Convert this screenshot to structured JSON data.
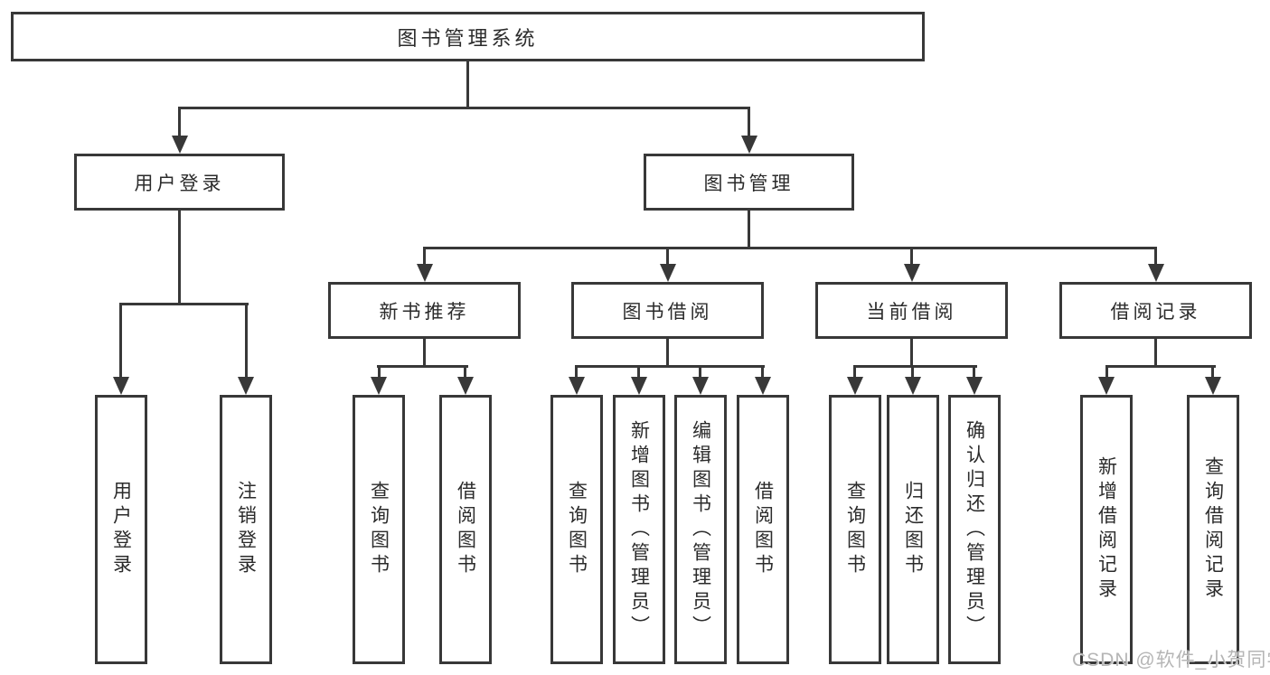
{
  "root": {
    "label": "图书管理系统"
  },
  "branches": {
    "user_login": {
      "label": "用户登录",
      "children": [
        {
          "label": "用户登录"
        },
        {
          "label": "注销登录"
        }
      ]
    },
    "book_mgmt": {
      "label": "图书管理",
      "sections": [
        {
          "label": "新书推荐",
          "children": [
            {
              "label": "查询图书"
            },
            {
              "label": "借阅图书"
            }
          ]
        },
        {
          "label": "图书借阅",
          "children": [
            {
              "label": "查询图书"
            },
            {
              "label": "新增图书（管理员）"
            },
            {
              "label": "编辑图书（管理员）"
            },
            {
              "label": "借阅图书"
            }
          ]
        },
        {
          "label": "当前借阅",
          "children": [
            {
              "label": "查询图书"
            },
            {
              "label": "归还图书"
            },
            {
              "label": "确认归还（管理员）"
            }
          ]
        },
        {
          "label": "借阅记录",
          "children": [
            {
              "label": "新增借阅记录"
            },
            {
              "label": "查询借阅记录"
            }
          ]
        }
      ]
    }
  },
  "watermark": "CSDN @软件_小贺同学",
  "colors": {
    "line": "#383838",
    "text": "#2b2b2b",
    "watermark": "#b5b5b5",
    "background": "#ffffff"
  }
}
